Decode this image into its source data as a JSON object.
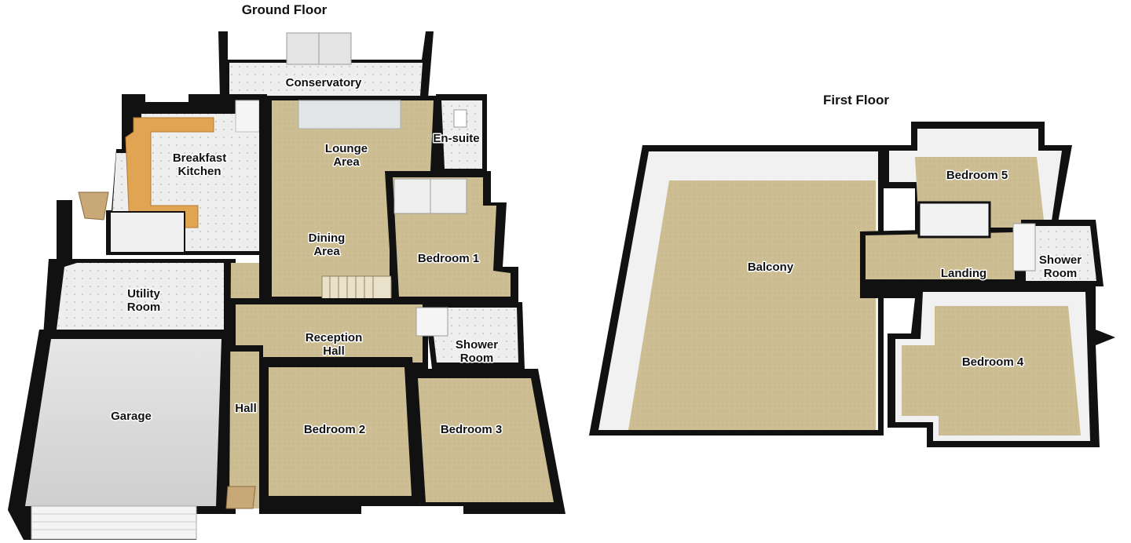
{
  "titles": {
    "ground_floor": "Ground Floor",
    "first_floor": "First Floor"
  },
  "rooms": {
    "conservatory": "Conservatory",
    "breakfast_kitchen_line1": "Breakfast",
    "breakfast_kitchen_line2": "Kitchen",
    "lounge_line1": "Lounge",
    "lounge_line2": "Area",
    "en_suite": "En-suite",
    "dining_line1": "Dining",
    "dining_line2": "Area",
    "bedroom_1": "Bedroom 1",
    "utility_line1": "Utility",
    "utility_line2": "Room",
    "reception_line1": "Reception",
    "reception_line2": "Hall",
    "shower_ground_line1": "Shower",
    "shower_ground_line2": "Room",
    "hall": "Hall",
    "garage": "Garage",
    "bedroom_2": "Bedroom 2",
    "bedroom_3": "Bedroom 3",
    "balcony": "Balcony",
    "bedroom_5": "Bedroom 5",
    "landing": "Landing",
    "shower_first_line1": "Shower",
    "shower_first_line2": "Room",
    "bedroom_4": "Bedroom 4"
  },
  "colors": {
    "wall": "#111111",
    "carpet": "#cdbd92",
    "tile": "#eeeeee",
    "worktop": "#e1a453"
  }
}
